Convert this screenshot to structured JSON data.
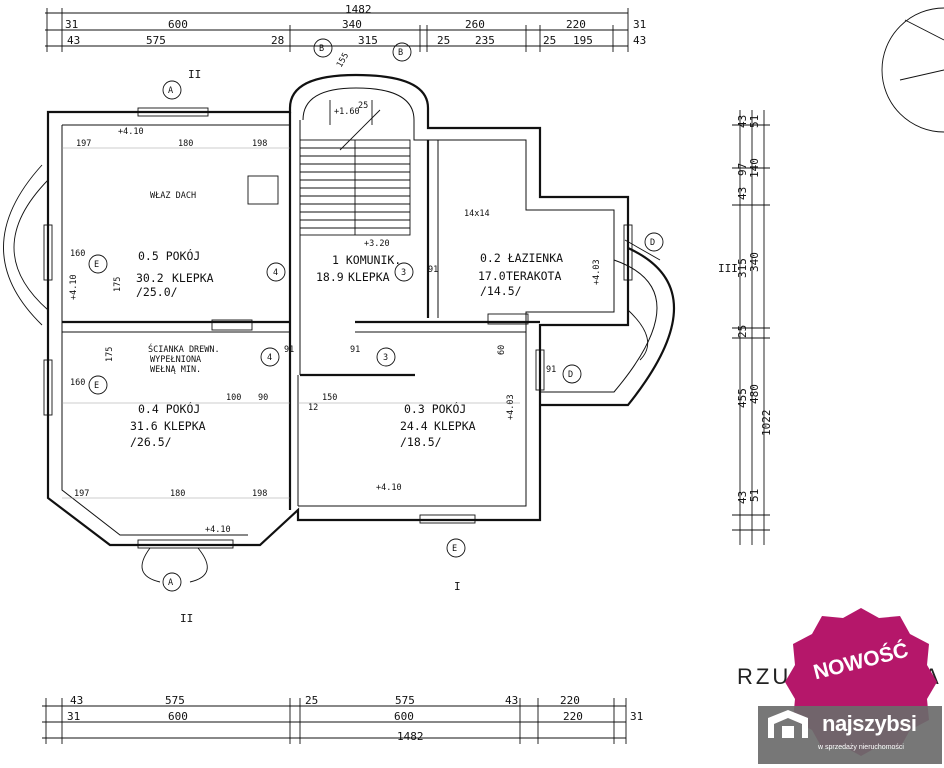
{
  "top_dims": {
    "total": "1482",
    "row1": [
      "31",
      "600",
      "340",
      "260",
      "220",
      "31"
    ],
    "row2": [
      "43",
      "575",
      "28",
      "315",
      "25",
      "235",
      "25",
      "195",
      "43"
    ]
  },
  "bottom_dims": {
    "row1": [
      "43",
      "575",
      "25",
      "575",
      "43",
      "220"
    ],
    "row2": [
      "31",
      "600",
      "600",
      "220",
      "31"
    ],
    "total": "1482"
  },
  "right_dims": {
    "outer": [
      "1022"
    ],
    "middle": [
      "51",
      "140",
      "340",
      "480",
      "51"
    ],
    "inner": [
      "43",
      "97",
      "43",
      "315",
      "25",
      "455",
      "43"
    ]
  },
  "rooms": [
    {
      "name": "0.5 POKÓJ",
      "area": "30.2",
      "floor": "KLEPKA",
      "perim": "/25.0/"
    },
    {
      "name": "1 KOMUNIK.",
      "area": "18.9",
      "floor": "KLEPKA",
      "perim": ""
    },
    {
      "name": "0.2 ŁAZIENKA",
      "area": "17.0",
      "floor": "TERAKOTA",
      "perim": "/14.5/"
    },
    {
      "name": "0.4 POKÓJ",
      "area": "31.6",
      "floor": "KLEPKA",
      "perim": "/26.5/"
    },
    {
      "name": "0.3 POKÓJ",
      "area": "24.4",
      "floor": "KLEPKA",
      "perim": "/18.5/"
    }
  ],
  "notes": {
    "roof_access": "WŁAZ DACH",
    "partition": [
      "ŚCIANKA DREWN.",
      "WYPEŁNIONA",
      "WEŁNĄ MIN."
    ],
    "level_stair": "+1.60",
    "level_hall": "+3.20",
    "level_410_a": "+4.10",
    "level_410_b": "+4.10",
    "level_410_c": "+4.10",
    "level_410_d": "+4.10",
    "level_403_a": "+4.03",
    "level_403_b": "+4.03",
    "opening": "14x14"
  },
  "axes": {
    "A": "A",
    "B": "B",
    "D": "D",
    "E": "E",
    "door4": "4",
    "door3": "3"
  },
  "sections": {
    "I": "I",
    "II": "II",
    "III": "III"
  },
  "interior_dims": {
    "left_top": [
      "197",
      "180",
      "198"
    ],
    "left_bottom": [
      "197",
      "180",
      "198"
    ],
    "d175a": "175",
    "d175b": "175",
    "d160a": "160",
    "d160b": "160",
    "d91a": "91",
    "d91b": "91",
    "d91c": "91",
    "d91d": "91",
    "d100": "100",
    "d90": "90",
    "d150": "150",
    "d12": "12",
    "d60": "60",
    "d25": "25",
    "d155": "155"
  },
  "title_fragment": "RZU",
  "title_tail": "A",
  "badge": {
    "label": "NOWOŚĆ",
    "color": "#b5176a"
  },
  "logo": {
    "name": "najszybsi",
    "tagline": "w sprzedaży nieruchomości",
    "color": "#6b6b6b"
  }
}
